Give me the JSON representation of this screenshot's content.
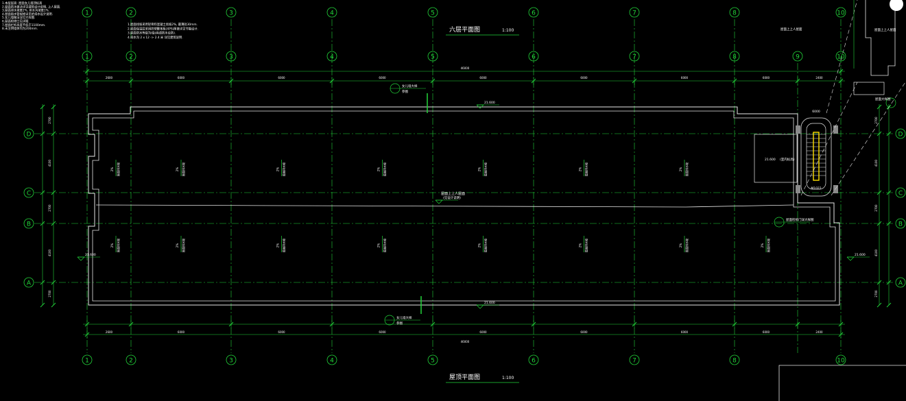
{
  "drawing": {
    "background": "#000000",
    "colors": {
      "axis": "#22d63a",
      "wall": "#e8e8e8",
      "dim": "#22d63a",
      "text": "#ffffff",
      "stair": "#ffe000",
      "grey": "#8a8a8a"
    },
    "axis_numbers": [
      "1",
      "2",
      "3",
      "4",
      "5",
      "6",
      "7",
      "8",
      "9",
      "10"
    ],
    "axis_letters": [
      "A",
      "B",
      "C",
      "D"
    ],
    "top_title": "六层平面图",
    "top_scale": "1:100",
    "bottom_title": "屋顶平面图",
    "bottom_scale": "1:100",
    "overall_dim": "46000",
    "bay_dims": [
      "2600",
      "6000",
      "6000",
      "6000",
      "6000",
      "6000",
      "6000",
      "6000",
      "2400"
    ],
    "depth_dims": [
      "2700",
      "4100",
      "2700",
      "4100",
      "2700"
    ],
    "level_top": "21.600",
    "level_bottom": "21.600",
    "level_side_left": "21.600",
    "level_side_right": "21.600",
    "stair_level_1": "21.600",
    "stair_level_2": "(室内标高)",
    "roof_center_note": "屋面上上人屋面",
    "roof_center_sub": "(见设计说明)",
    "slope_label": "2%",
    "slope_sub": "屋面排水坡",
    "detail_ref_top": "女儿墙大样",
    "detail_ref_top_sub": "参图",
    "detail_ref_bottom": "女儿墙大样",
    "detail_ref_bottom_sub": "参图",
    "detail_ref_right": "屋面检修门详大样图",
    "detail_note_right_1": "屋面上上人屋面",
    "detail_note_right_2": "屋面上上人屋面",
    "detail_note_right_3": "屋面大样图",
    "stair_code": "6000",
    "stair_label": "M1022",
    "notes_left": [
      "1.本层层高: 屋面女儿墙顶标高",
      "2.屋面防水做法详见建筑设计说明, 上人屋面.",
      "3.屋面排水坡度2%, 排水沟坡度1%.",
      "4.屋面雨水管规格详见给排水设计说明.",
      "5.女儿墙做法详见大样图.",
      "6.屋面检修口见详图.",
      "7.屋面栏杆高度不低于1100mm.",
      "8.未注明墙体均为200mm."
    ],
    "notes_center": [
      "1.屋面找坡采用轻骨料混凝土找坡2%, 最薄处30mm.",
      "2.屋面保温层采用挤塑聚苯板(XPS)厚度详见节能设计.",
      "3.屋面防水等级为I级(两道防水设防).",
      "4.排水沟 2 x 12 -> 2.4 米 详见建筑说明."
    ]
  }
}
